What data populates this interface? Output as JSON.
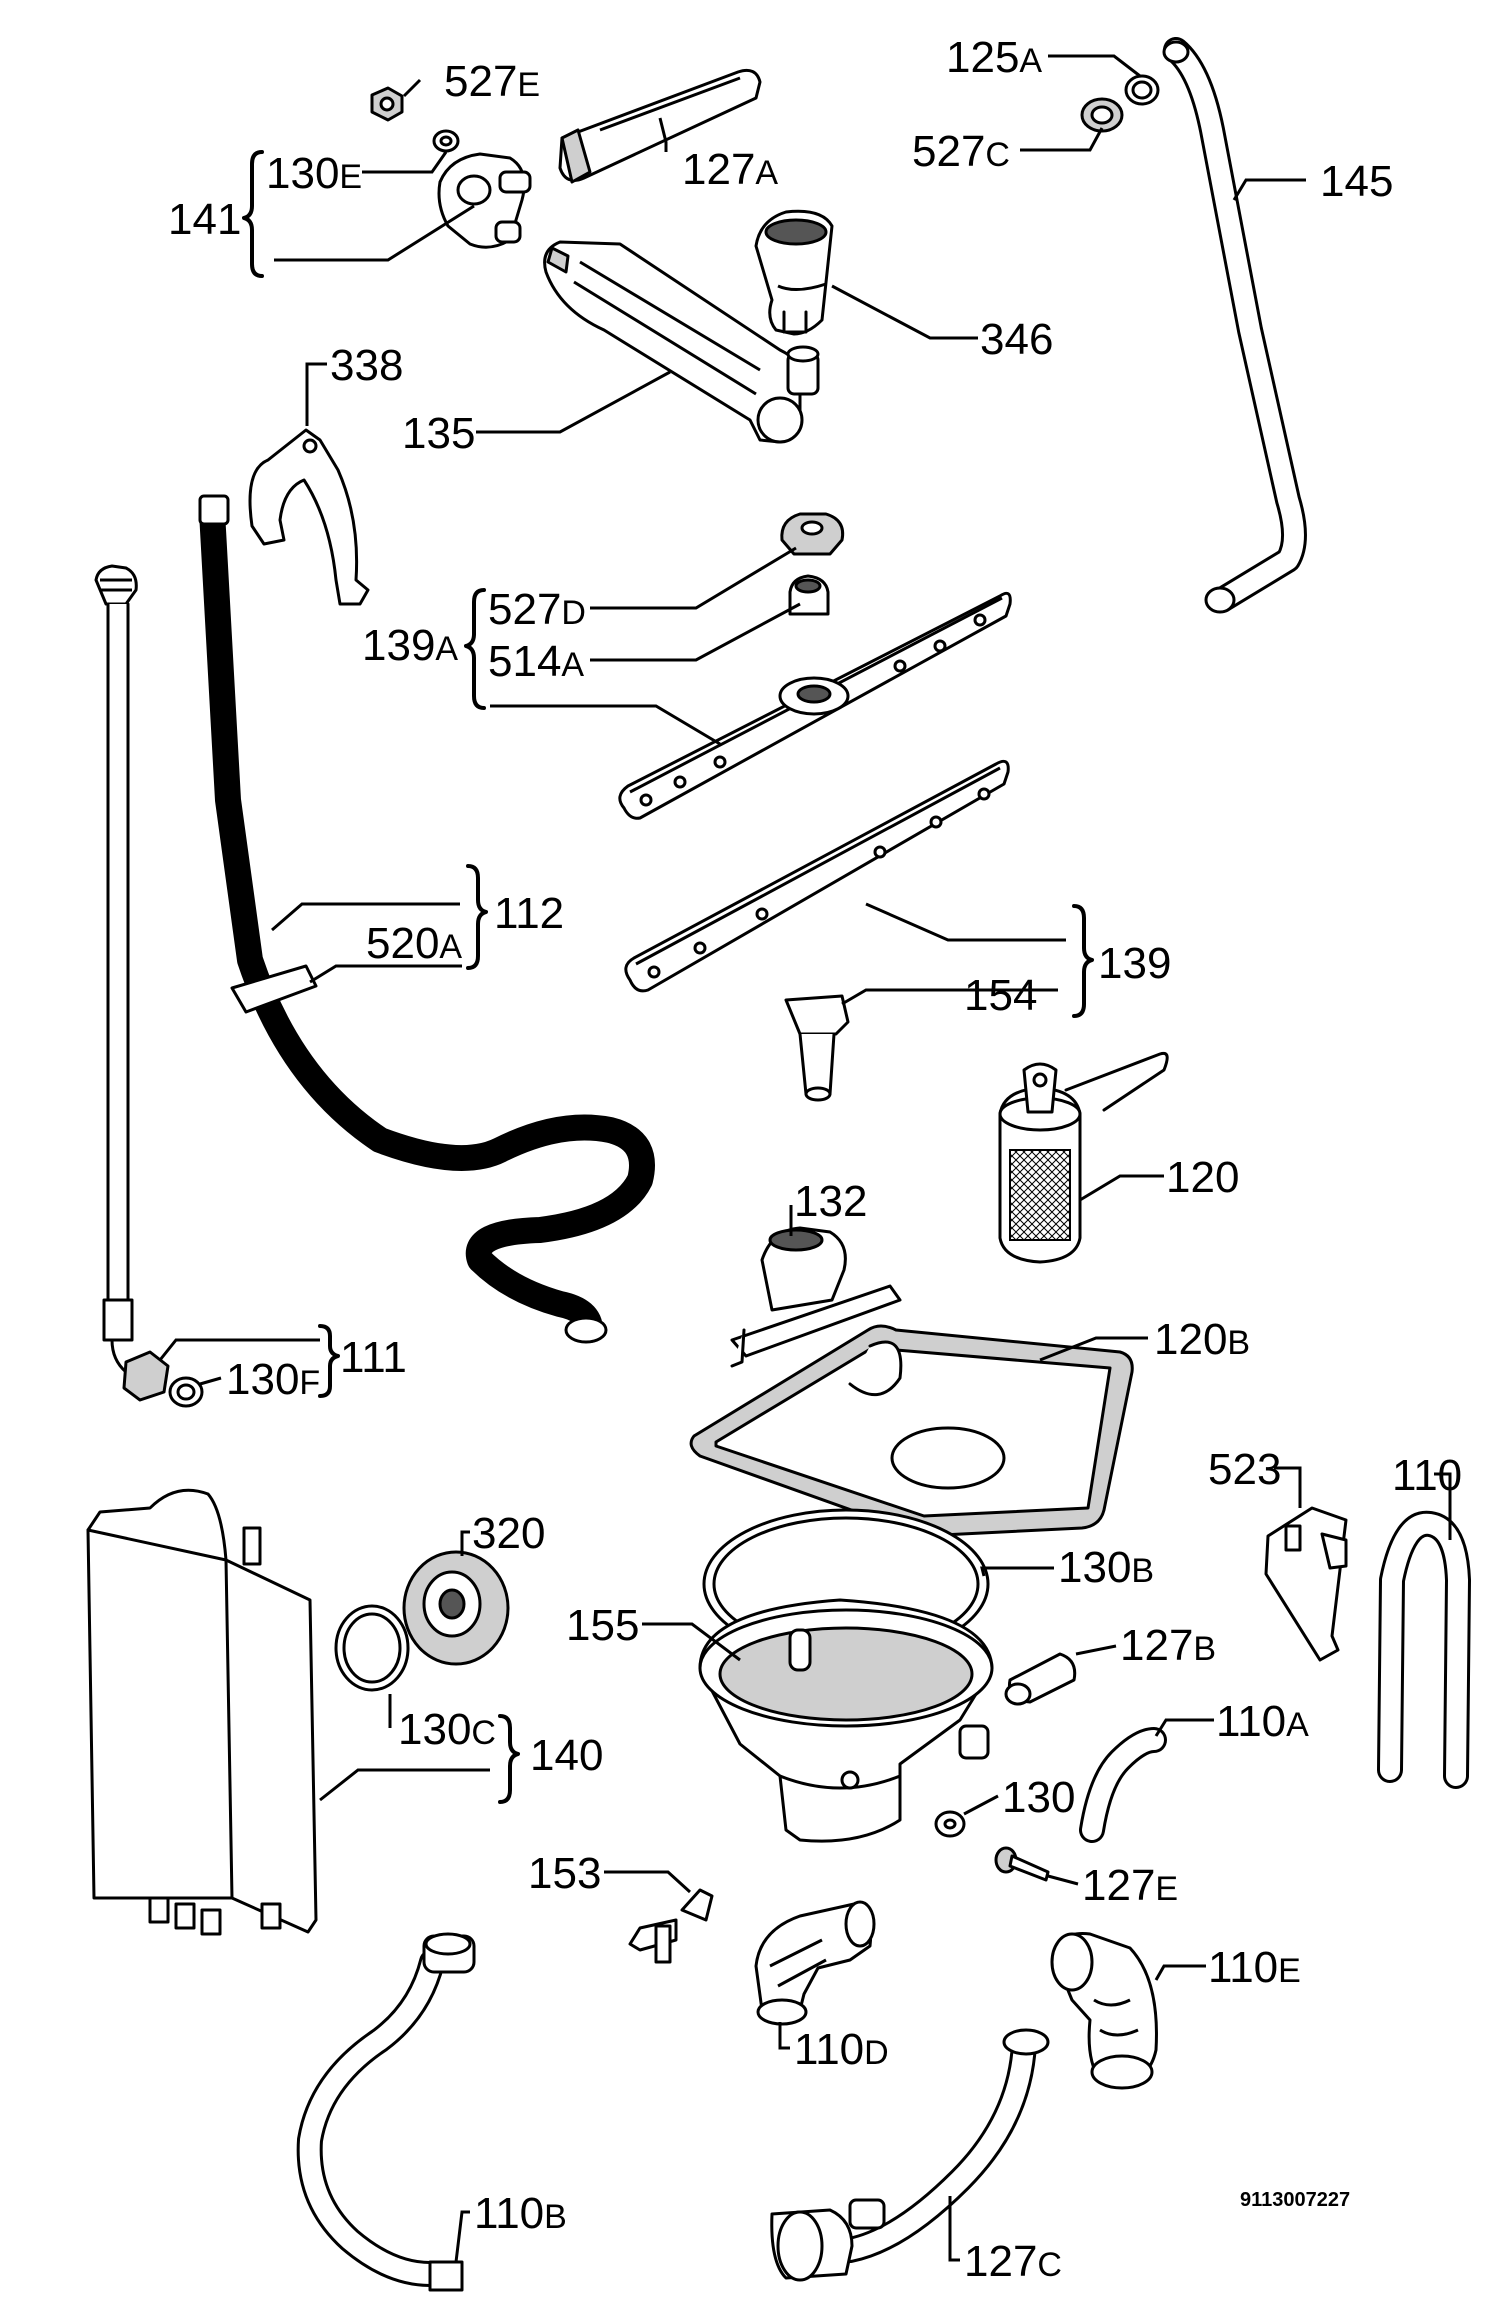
{
  "labels": {
    "p527E": {
      "num": "527",
      "suf": "E"
    },
    "p130E": {
      "num": "130",
      "suf": "E"
    },
    "p141": {
      "num": "141",
      "suf": ""
    },
    "p127A": {
      "num": "127",
      "suf": "A"
    },
    "p125A": {
      "num": "125",
      "suf": "A"
    },
    "p527C": {
      "num": "527",
      "suf": "C"
    },
    "p145": {
      "num": "145",
      "suf": ""
    },
    "p346": {
      "num": "346",
      "suf": ""
    },
    "p338": {
      "num": "338",
      "suf": ""
    },
    "p135": {
      "num": "135",
      "suf": ""
    },
    "p527D": {
      "num": "527",
      "suf": "D"
    },
    "p514A": {
      "num": "514",
      "suf": "A"
    },
    "p139A": {
      "num": "139",
      "suf": "A"
    },
    "p112": {
      "num": "112",
      "suf": ""
    },
    "p520A": {
      "num": "520",
      "suf": "A"
    },
    "p139": {
      "num": "139",
      "suf": ""
    },
    "p154": {
      "num": "154",
      "suf": ""
    },
    "p120": {
      "num": "120",
      "suf": ""
    },
    "p132": {
      "num": "132",
      "suf": ""
    },
    "p111": {
      "num": "111",
      "suf": ""
    },
    "p130F": {
      "num": "130",
      "suf": "F"
    },
    "p120B": {
      "num": "120",
      "suf": "B"
    },
    "p523": {
      "num": "523",
      "suf": ""
    },
    "p110": {
      "num": "110",
      "suf": ""
    },
    "p320": {
      "num": "320",
      "suf": ""
    },
    "p130B": {
      "num": "130",
      "suf": "B"
    },
    "p155": {
      "num": "155",
      "suf": ""
    },
    "p127B": {
      "num": "127",
      "suf": "B"
    },
    "p130C": {
      "num": "130",
      "suf": "C"
    },
    "p140": {
      "num": "140",
      "suf": ""
    },
    "p110A": {
      "num": "110",
      "suf": "A"
    },
    "p130": {
      "num": "130",
      "suf": ""
    },
    "p127E": {
      "num": "127",
      "suf": "E"
    },
    "p153": {
      "num": "153",
      "suf": ""
    },
    "p110E": {
      "num": "110",
      "suf": "E"
    },
    "p110D": {
      "num": "110",
      "suf": "D"
    },
    "p127C": {
      "num": "127",
      "suf": "C"
    },
    "p110B": {
      "num": "110",
      "suf": "B"
    }
  },
  "document_number": "9113007227"
}
